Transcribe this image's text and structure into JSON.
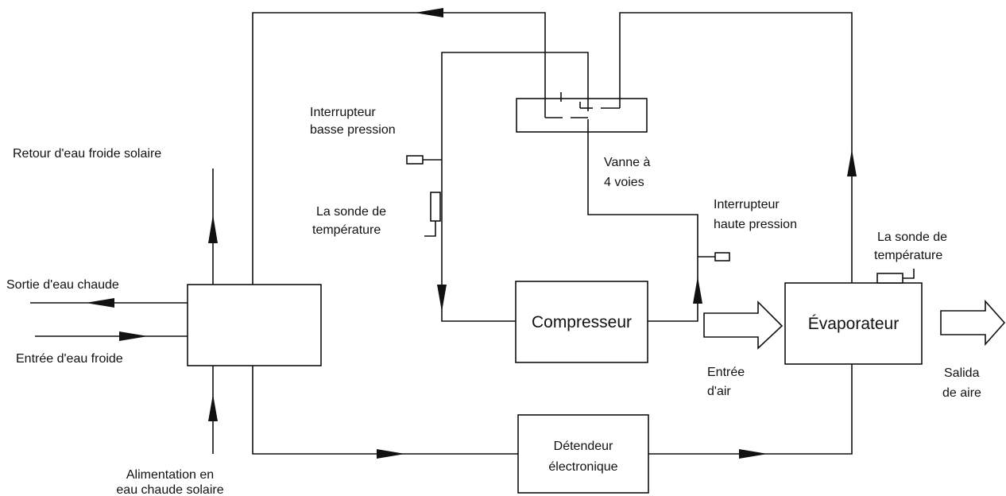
{
  "boxes": {
    "compressor": "Compresseur",
    "evaporator": "Évaporateur",
    "expansion_valve_line1": "Détendeur",
    "expansion_valve_line2": "électronique"
  },
  "labels": {
    "solar_cold_return": "Retour d'eau froide solaire",
    "hot_water_out": "Sortie d'eau chaude",
    "cold_water_in": "Entrée d'eau froide",
    "solar_supply_line1": "Alimentation en",
    "solar_supply_line2": "eau chaude solaire",
    "low_pressure_line1": "Interrupteur",
    "low_pressure_line2": "basse pression",
    "temp_probe_left_line1": "La sonde de",
    "temp_probe_left_line2": "température",
    "four_way_valve_line1": "Vanne à",
    "four_way_valve_line2": "4 voies",
    "high_pressure_line1": "Interrupteur",
    "high_pressure_line2": "haute pression",
    "temp_probe_right_line1": "La sonde de",
    "temp_probe_right_line2": "température",
    "air_in_line1": "Entrée",
    "air_in_line2": "d'air",
    "air_out_line1": "Salida",
    "air_out_line2": "de aire"
  },
  "colors": {
    "stroke": "#111111",
    "background": "#ffffff"
  }
}
